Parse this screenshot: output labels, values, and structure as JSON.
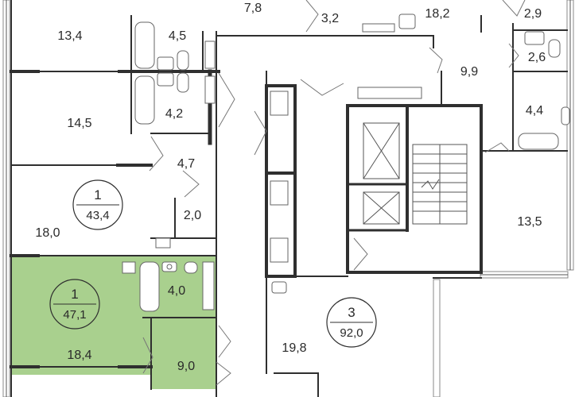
{
  "colors": {
    "highlight": "#a9d08e",
    "wall": "#2f2f2f",
    "background": "#ffffff"
  },
  "rooms": [
    {
      "id": "r1",
      "label": "13,4"
    },
    {
      "id": "r2",
      "label": "4,5"
    },
    {
      "id": "r3",
      "label": "7,8"
    },
    {
      "id": "r4",
      "label": "3,2"
    },
    {
      "id": "r5",
      "label": "18,2"
    },
    {
      "id": "r6",
      "label": "2,9"
    },
    {
      "id": "r7",
      "label": "2,6"
    },
    {
      "id": "r8",
      "label": "9,9"
    },
    {
      "id": "r9",
      "label": "14,5"
    },
    {
      "id": "r10",
      "label": "4,2"
    },
    {
      "id": "r11",
      "label": "4,4"
    },
    {
      "id": "r12",
      "label": "4,7"
    },
    {
      "id": "r13",
      "label": "18,0"
    },
    {
      "id": "r14",
      "label": "2,0"
    },
    {
      "id": "r15",
      "label": "13,5"
    },
    {
      "id": "r16",
      "label": "4,0"
    },
    {
      "id": "r17",
      "label": "18,4"
    },
    {
      "id": "r18",
      "label": "9,0"
    },
    {
      "id": "r19",
      "label": "19,8"
    }
  ],
  "apartments": [
    {
      "id": "a1",
      "rooms": "1",
      "area": "43,4",
      "highlighted": false
    },
    {
      "id": "a2",
      "rooms": "1",
      "area": "47,1",
      "highlighted": true
    },
    {
      "id": "a3",
      "rooms": "3",
      "area": "92,0",
      "highlighted": false
    }
  ]
}
